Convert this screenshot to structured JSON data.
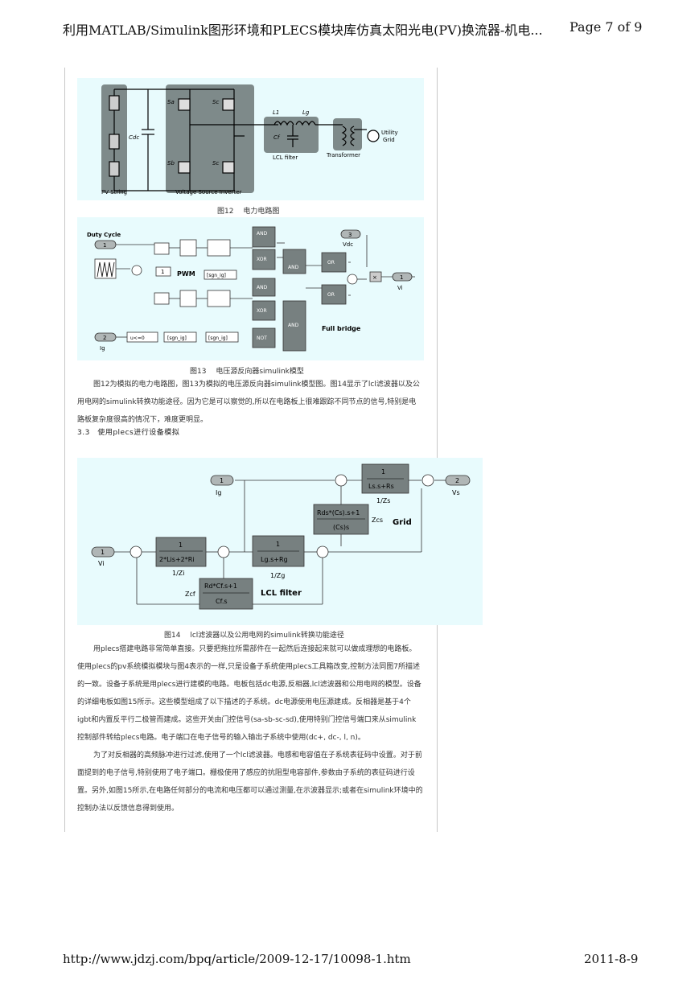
{
  "header": {
    "title": "利用MATLAB/Simulink图形环境和PLECS模块库仿真太阳光电(PV)换流器-机电...",
    "page": "Page 7 of 9"
  },
  "footer": {
    "url": "http://www.jdzj.com/bpq/article/2009-12-17/10098-1.htm",
    "date": "2011-8-9"
  },
  "fig12": {
    "caption": "图12　 电力电路图",
    "labels": {
      "sa": "Sa",
      "sc_top": "Sc",
      "sb": "Sb",
      "sc_bot": "Sc",
      "cdc": "Cdc",
      "l1": "L1",
      "lg": "Lg",
      "cf": "Cf",
      "lcl": "LCL filter",
      "transformer": "Transformer",
      "utility": "Utility",
      "grid": "Grid",
      "pv_string": "PV String",
      "vsi": "Voltage Source Inverter"
    }
  },
  "fig13": {
    "caption": "图13　 电压源反向器simulink模型",
    "labels": {
      "duty_cycle": "Duty Cycle",
      "in1": "1",
      "const1": "1",
      "pwm": "PWM",
      "sgn_ig": "[sgn_ig]",
      "in2": "2",
      "ig": "Ig",
      "cmp": "u<=0",
      "and": "AND",
      "xor": "XOR",
      "or": "OR",
      "not": "NOT",
      "in3": "3",
      "vdc": "Vdc",
      "out1": "1",
      "vi": "Vi",
      "full_bridge": "Full bridge",
      "x": "×"
    }
  },
  "paragraph1": "图12为模拟的电力电路图，图13为模拟的电压源反向器simulink模型图。图14显示了lcl滤波器以及公用电网的simulink转换功能途径。因为它是可以察觉的,所以在电路板上很难跟踪不同节点的信号,特别是电路板复杂度很高的情况下，难度更明显。",
  "section_title": "3.3　使用plecs进行设备模拟",
  "fig14": {
    "caption": "图14　 lcl滤波器以及公用电网的simulink转换功能途径",
    "labels": {
      "ig_out": "1",
      "ig": "Ig",
      "vs_in": "2",
      "vs": "Vs",
      "zs_num": "1",
      "zs_den": "Ls.s+Rs",
      "zs": "1/Zs",
      "zcs_num": "Rds*(Cs).s+1",
      "zcs_den": "(Cs)s",
      "zcs": "Zcs",
      "grid": "Grid",
      "vi_in": "1",
      "vi": "Vi",
      "zi_num": "1",
      "zi_den": "2*Lis+2*Ri",
      "zi": "1/Zi",
      "zg_num": "1",
      "zg_den": "Lg.s+Rg",
      "zg": "1/Zg",
      "zcf_num": "Rd*Cf.s+1",
      "zcf_den": "Cf.s",
      "zcf": "Zcf",
      "lcl": "LCL filter"
    }
  },
  "paragraph2": [
    "用plecs搭建电路非常简单直接。只要把拖拉所需部件在一起然后连接起来就可以做成理想的电路板。使用plecs的pv系统模拟模块与图4表示的一样,只是设备子系统使用plecs工具箱改变,控制方法同图7所描述的一致。设备子系统是用plecs进行建模的电路。电板包括dc电源,反相器,lcl滤波器和公用电网的模型。设备的详细电板如图15所示。这些模型组成了以下描述的子系统。dc电源使用电压源建成。反相器是基于4个igbt和内置反平行二极管而建成。这些开关由门控信号(sa-sb-sc-sd),使用特别门控信号端口来从simulink控制部件转给plecs电路。电子端口在电子信号的输入输出子系统中使用(dc+, dc-, l, n)。",
    "为了对反相器的高频脉冲进行过滤,使用了一个lcl滤波器。电感和电容值在子系统表征码中设置。对于前面提到的电子信号,特别使用了电子端口。栅极使用了感应的抗阻型电容部件,参数由子系统的表征码进行设置。另外,如图15所示,在电路任何部分的电流和电压都可以通过测量,在示波器显示;或者在simulink环境中的控制办法以反馈信息得到使用。"
  ],
  "colors": {
    "figure_bg": "#e8fbfd",
    "block_fill": "#778080",
    "port_fill": "#b0b6b6"
  }
}
